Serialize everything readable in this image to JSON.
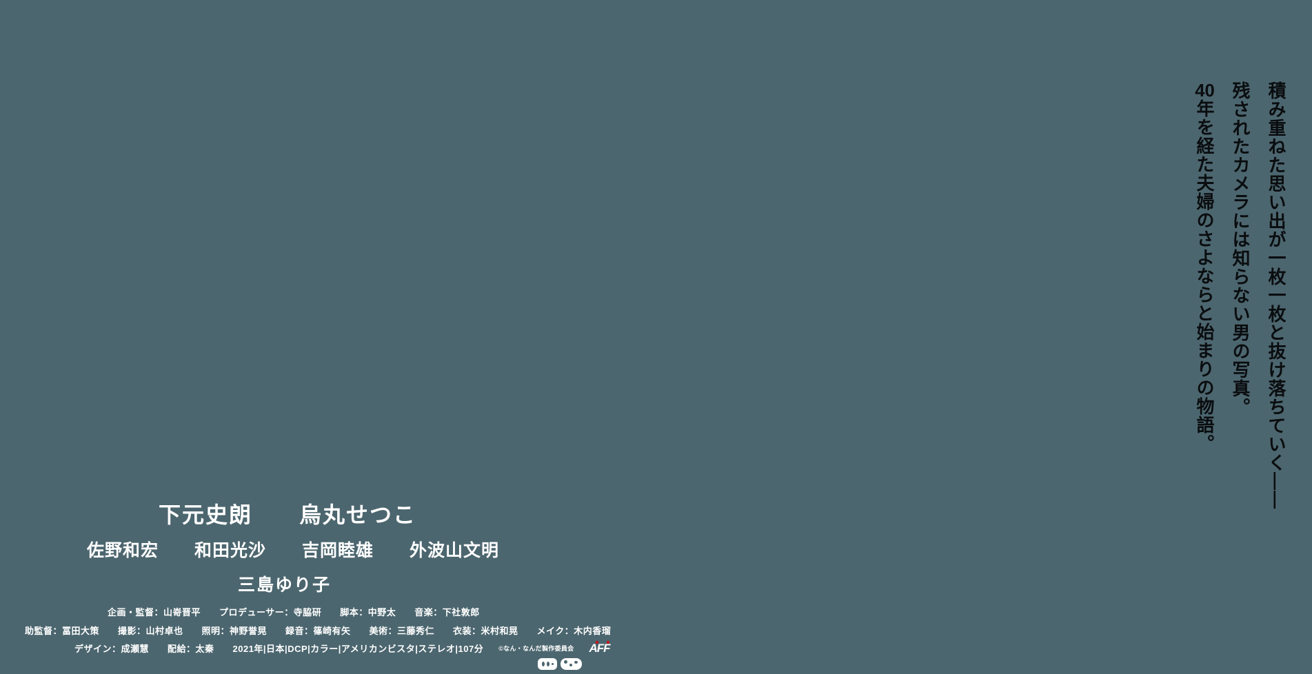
{
  "poster": {
    "background_color": "#4C666F",
    "tagline": {
      "text_color": "#0a0d0f",
      "line1": "積み重ねた思い出が一枚一枚と抜け落ちていく——",
      "line2": "残されたカメラには知らない男の写真。",
      "line3_number": "40",
      "line3_text": "年を経た夫婦のさよならと始まりの物語。"
    },
    "cast": {
      "leads": "下元史朗　　烏丸せつこ",
      "supporting": "佐野和宏　　和田光沙　　吉岡睦雄　　外波山文明",
      "special_appearance": "三島ゆり子"
    },
    "credits": {
      "line1": "企画・監督：山嵜晋平　　プロデューサー：寺脇研　　脚本：中野太　　音楽：下社敦郎",
      "line2": "助監督：冨田大策　　撮影：山村卓也　　照明：神野誉晃　　録音：篠崎有矢　　美術：三藤秀仁　　衣装：米村和晃　　メイク：木内香瑠",
      "line3_spec": "デザイン：成瀬慧　　配給：太秦　　2021年|日本|DCP|カラー|アメリカンビスタ|ステレオ|107分",
      "copyright": "©なん・なんだ製作委員会",
      "aff_logo_text": "AFF",
      "aff_accent_color": "#C8161D"
    },
    "bottom_marks": {
      "left_mark": "eirin-rating-mark",
      "right_mark": "film-association-mark"
    }
  }
}
